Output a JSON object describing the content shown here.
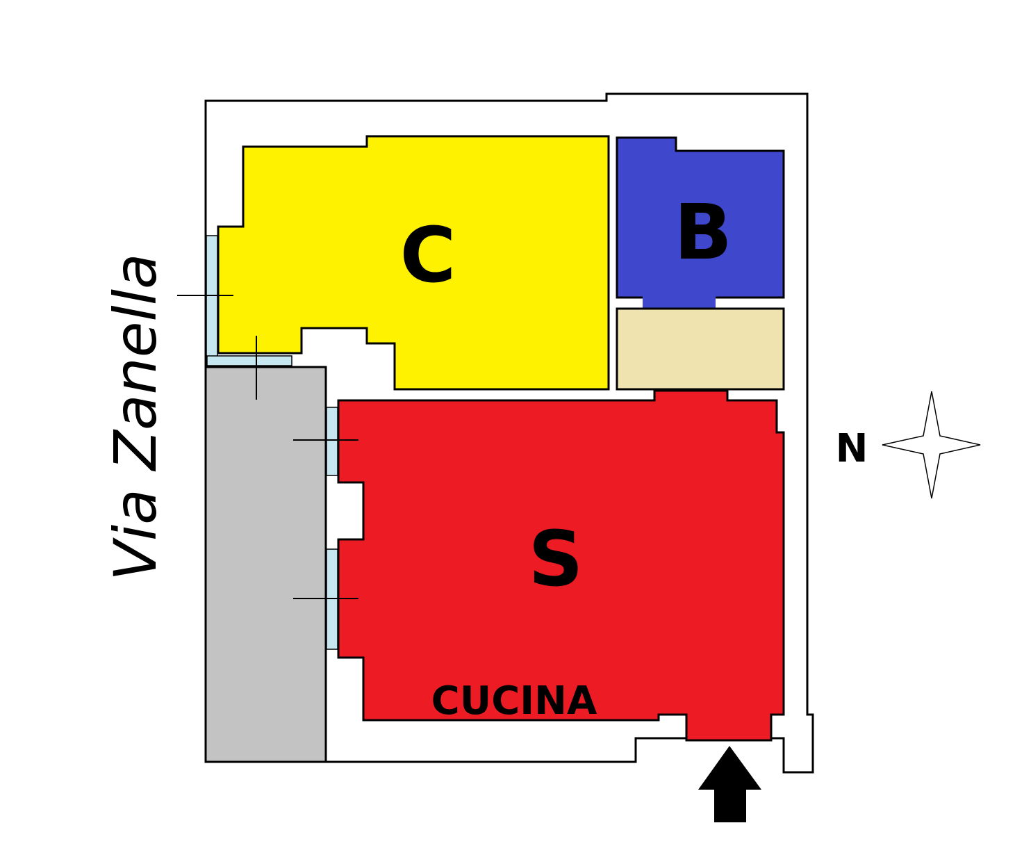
{
  "street": {
    "name": "Via Zanella"
  },
  "rooms": {
    "bedroom": {
      "label": "C",
      "color": "#FFF200"
    },
    "bathroom": {
      "label": "B",
      "color": "#3F48CC"
    },
    "hallway": {
      "label": "",
      "color": "#EFE4B0"
    },
    "living": {
      "label": "S",
      "color": "#ED1C24"
    },
    "kitchen": {
      "label": "CUCINA"
    },
    "balcony": {
      "label": "",
      "color": "#C3C3C3"
    }
  },
  "compass": {
    "north_label": "N"
  },
  "colors": {
    "window": "#C6E7F0",
    "wall": "#000000",
    "entrance_arrow": "#000000"
  }
}
